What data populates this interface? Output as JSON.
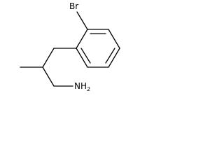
{
  "molecule": {
    "labels": {
      "bromine": "Br",
      "amine": "NH",
      "amine_subscript": "2"
    }
  }
}
